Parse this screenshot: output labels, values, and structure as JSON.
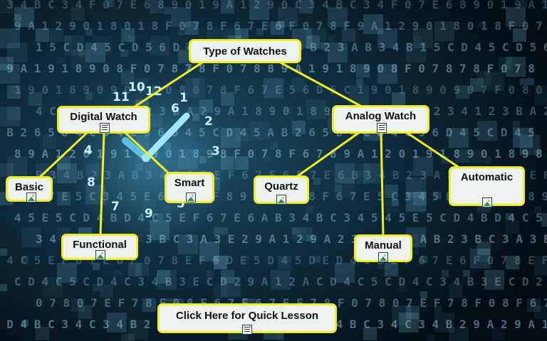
{
  "map": {
    "root": "Type of Watches",
    "digital": "Digital Watch",
    "analog": "Analog Watch",
    "basic": "Basic",
    "functional": "Functional",
    "smart": "Smart",
    "quartz": "Quartz",
    "manual": "Manual",
    "automatic": "Automatic",
    "lesson": "Click Here for Quick Lesson"
  },
  "background": {
    "rows": [
      "C 3 4 B C 3 4 F 0 7 E   6 8 9 0 1 9 A 1 2 9 0",
      "9 A 1 2 9 0 1 8 0 1 8 F 0 7 8 F 6 7 E 6 F 0 7 8 F",
      "1 5 C D 4 5 C D 5 6 D 4 5 C 3 E 3 A B 3 B 2 3 A B 3 4 B",
      "8 9 A 1     9     1 8 9     0     8 F 0 7 8   7 8 F 0 7 8",
      "1 9 0 1 8 9 0     9 0 7 F 0   8 0 7 8 F 6 7 E 5 6 D 5 C",
      "4 C 4 B 2 3 4 1 2 3 B A 2 9 A 1 8 9 0 1 8 9 0 C 4",
      "A B   2 6 5 D 4 C D 4 C 5 6 D 4 5 C D 4 5",
      "8 9 A 1 2 0 1 9 1 8 9 0 1 8 9 8 F 0 7 8 F 6 7",
      "B 3 4 B 2 3 A B 3 4 B 2 3 E F 6 7 E 6 F 7 E 6",
      "7 8 F 6 7 E 5 C 3 4 5 E 6 7 E 6 F 8 9 0 1 8",
      "4 5 E 5 C D 4 B D 4 C 5 E F 6 7 E 6 A B 3 4 B C 3 4 5",
      "3 4 B 2 3 A B 2 3 B C 3 A 3 E 2 9 A 1 2 9 A 2",
      "D 4 C 5 E F 6 7 E 6 F 0 7 8 E F 6 D E 5 D 4 5 D E",
      "C D 4 C 5 C D 4 C 3 4 B 3 E C D 2 9 A 1 2 A",
      "0 7 8 0 7 E F 7 8 F 0 8 F 6 7 F 6 7 E F 7 8 F",
      "C D 4 B C 3 4 C 3 4 B 2 9 A 2 9 A 1 8 9 0 1 8"
    ],
    "clock_digits": [
      "12",
      "11",
      "1",
      "2",
      "3",
      "6",
      "8",
      "9",
      "4",
      "5",
      "7",
      "10"
    ]
  }
}
